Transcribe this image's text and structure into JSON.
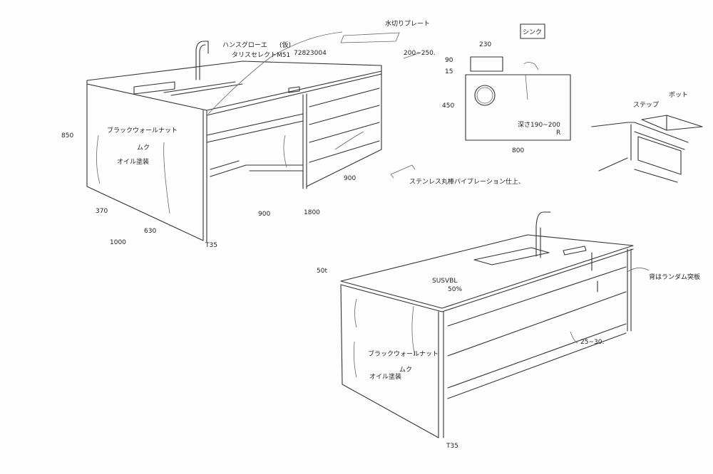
{
  "sketch": {
    "faucet_note": {
      "brand": "ハンスグローエ",
      "tentative": "(仮)",
      "model": "タリスセレクトM51",
      "part_no": "72823004"
    },
    "drain_plate": {
      "label": "水切りプレート",
      "size": "200~250."
    },
    "sink_plan": {
      "title": "シンク",
      "width_small": "230",
      "dim_90": "90",
      "dim_15": "15",
      "dim_450": "450",
      "depth": "深さ190~200",
      "radius": "R",
      "width": "800"
    },
    "step_detail": {
      "step": "ステップ",
      "pot": "ポット"
    },
    "island1": {
      "height": "850",
      "material": "ブラックウォールナット",
      "solid": "ムク",
      "finish": "オイル塗装",
      "dim_370": "370",
      "dim_630": "630",
      "dim_1000": "1000",
      "thickness": "T35",
      "dim_900a": "900",
      "dim_900b": "900",
      "length": "1800",
      "handle_note": "ステンレス丸棒バイブレーション仕上、"
    },
    "island2": {
      "top_thickness": "50t",
      "top_material": "SUSVBL",
      "top_pct": "50%",
      "back_note": "背はランダム突板",
      "rail": "25~30.",
      "material": "ブラックウォールナット",
      "solid": "ムク",
      "finish": "オイル塗装",
      "thickness": "T35"
    }
  }
}
